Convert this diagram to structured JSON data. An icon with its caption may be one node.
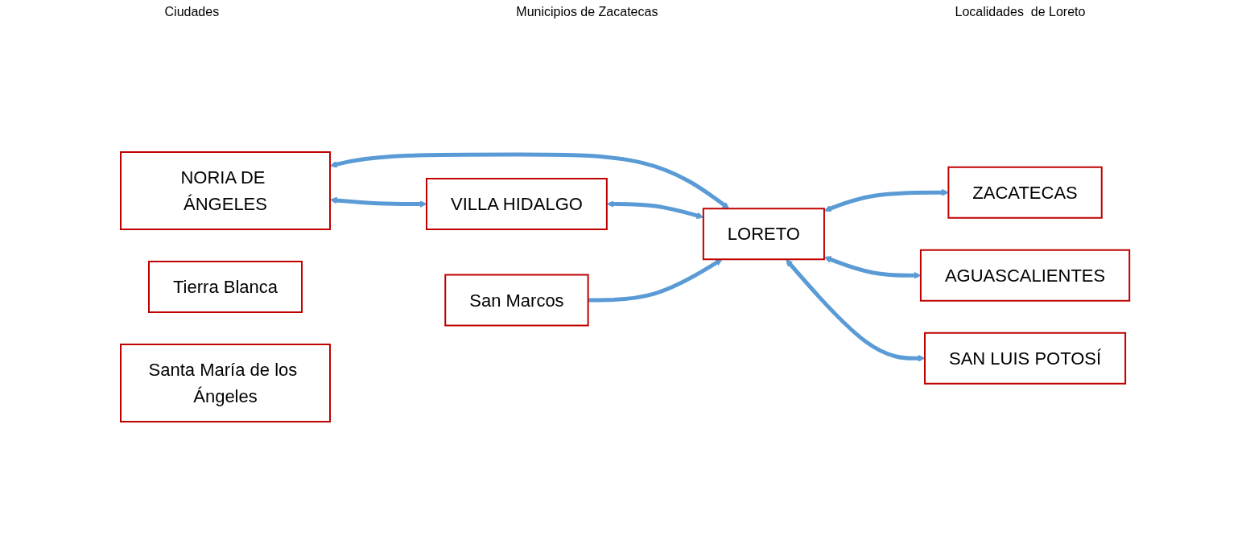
{
  "diagram": {
    "nodes": [
      {
        "text": [
          "ZACATECAS"
        ]
      },
      {
        "text": [
          "AGUASCALIENTES"
        ]
      },
      {
        "text": [
          "SAN LUIS POTOSÍ"
        ]
      },
      {
        "text": [
          "NORIA DE ÁNGELES"
        ]
      },
      {
        "text": [
          "VILLA HIDALGO"
        ]
      },
      {
        "text": [
          "LORETO"
        ]
      },
      {
        "text": [
          "Tierra Blanca"
        ]
      },
      {
        "text": [
          "San Marcos"
        ]
      },
      {
        "text": [
          "Santa María de los Ángeles"
        ]
      }
    ],
    "edges": [
      {
        "from": 5,
        "to": 0,
        "arrow": "both"
      },
      {
        "from": 5,
        "to": 1,
        "arrow": "both"
      },
      {
        "from": 5,
        "to": 2,
        "arrow": "both"
      },
      {
        "from": 3,
        "to": 4,
        "arrow": "both"
      },
      {
        "from": 3,
        "to": 5,
        "arrow": "both"
      },
      {
        "from": 4,
        "to": 5,
        "arrow": "both"
      },
      {
        "from": 7,
        "to": 5,
        "arrow": "to"
      }
    ],
    "labels": [
      "Ciudades",
      "Municipios de Zacatecas",
      "Localidades  de Loreto"
    ]
  }
}
